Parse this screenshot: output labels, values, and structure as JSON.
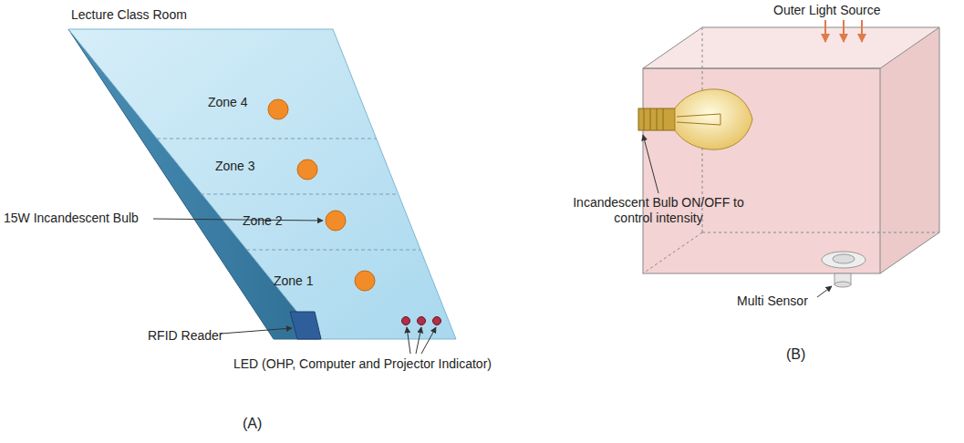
{
  "diagram": {
    "labels": [
      "Lecture Class Room",
      "Zone 4",
      "Zone 3",
      "15W Incandescent Bulb",
      "Zone 2",
      "Zone 1",
      "RFID Reader",
      "LED (OHP, Computer and Projector Indicator)",
      "(A)",
      "Outer Light Source",
      "Incandescent Bulb ON/OFF to control intensity",
      "Multi Sensor",
      "(B)"
    ]
  }
}
